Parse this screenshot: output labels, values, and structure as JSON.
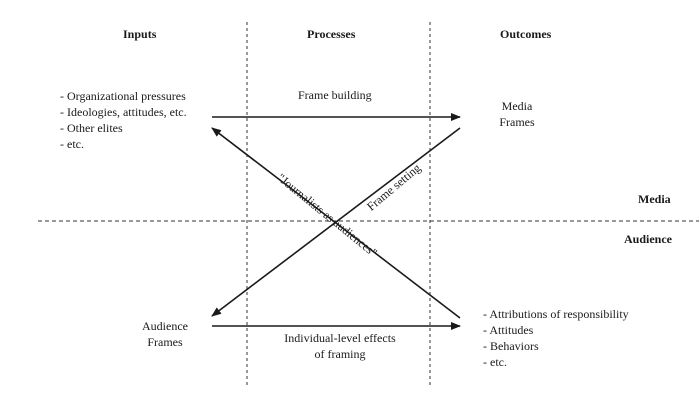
{
  "columns": {
    "inputs": "Inputs",
    "processes": "Processes",
    "outcomes": "Outcomes"
  },
  "levels": {
    "media": "Media",
    "audience": "Audience"
  },
  "inputs_list": [
    "- Organizational pressures",
    "- Ideologies, attitudes, etc.",
    "- Other elites",
    "- etc."
  ],
  "media_frames": [
    "Media",
    "Frames"
  ],
  "audience_frames": [
    "Audience",
    "Frames"
  ],
  "processes": {
    "frame_building": "Frame building",
    "frame_setting": "Frame setting",
    "journalists_as_audiences": "\"Journalists as audiences\"",
    "individual_effects": [
      "Individual-level effects",
      "of framing"
    ]
  },
  "outcomes_list": [
    "- Attributions of responsibility",
    "- Attitudes",
    "- Behaviors",
    "- etc."
  ]
}
